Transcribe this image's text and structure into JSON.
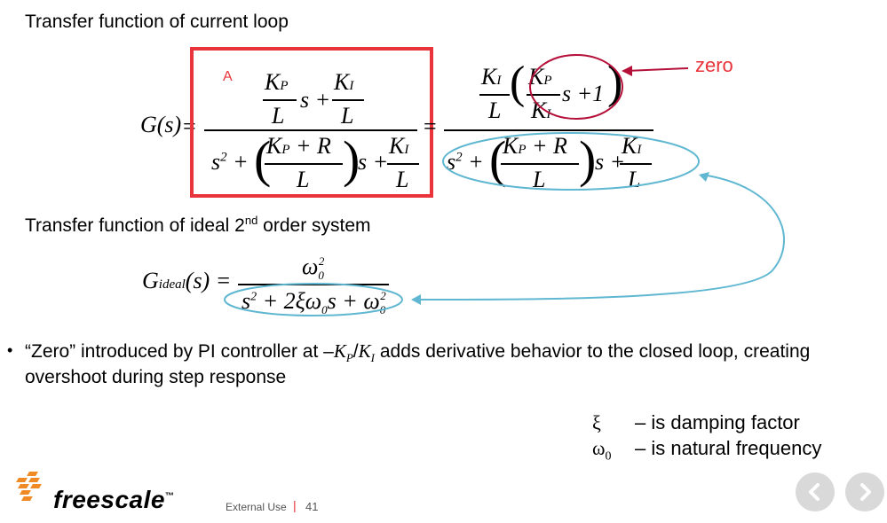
{
  "slide": {
    "heading_current_loop": "Transfer function of current loop",
    "heading_ideal_prefix": "Transfer function of ideal 2",
    "heading_ideal_sup": "nd",
    "heading_ideal_suffix": " order system",
    "annotation_a": "A",
    "annotation_zero": "zero",
    "bullet_part1": "“Zero” introduced by PI controller at –",
    "bullet_kp": "K",
    "bullet_kp_sub": "P",
    "bullet_slash": "/",
    "bullet_ki": "K",
    "bullet_ki_sub": "I",
    "bullet_part2": " adds derivative behavior to the closed loop, creating",
    "bullet_line2": "overshoot during step response",
    "legend": [
      {
        "symbol": "ξ",
        "text": "– is damping factor"
      },
      {
        "symbol": "ω",
        "symbol_sub": "0",
        "text": "– is natural frequency"
      }
    ]
  },
  "footer": {
    "brand": "freescale",
    "trademark": "™",
    "classification": "External Use",
    "separator": "|",
    "page_number": "41"
  },
  "colors": {
    "highlight_box": "#e8343a",
    "zero_circle": "#b5103a",
    "ellipse": "#5fb7d1",
    "brand_orange": "#f08a24"
  },
  "icons": {
    "prev": "chevron-left-icon",
    "next": "chevron-right-icon",
    "logo": "freescale-logo-icon"
  }
}
